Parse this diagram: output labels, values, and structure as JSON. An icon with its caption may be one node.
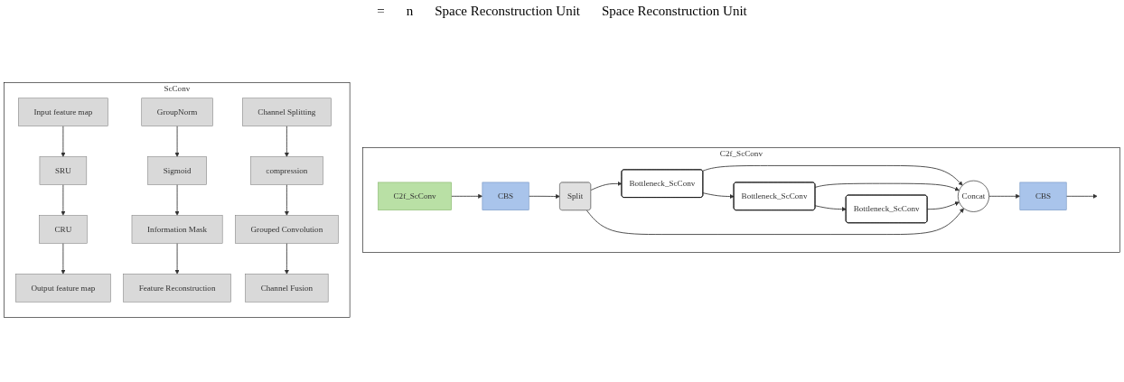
{
  "diagram": {
    "nodes": [
      {
        "text": [
          "C2f_ScConv"
        ]
      },
      {
        "text": [
          "C2f_ScConv"
        ],
        "in": 0
      },
      {
        "text": [
          "CBS"
        ],
        "in": 0
      },
      {
        "text": [
          "Split"
        ],
        "in": 0
      },
      {
        "text": [
          "Bottleneck_ScConv"
        ],
        "in": 0
      },
      {
        "text": [
          "Bottleneck_ScConv"
        ],
        "in": 0
      },
      {
        "text": [
          "Bottleneck_ScConv"
        ],
        "in": 0
      },
      {
        "text": [
          "Concat"
        ],
        "in": 0
      },
      {
        "text": [
          "CBS"
        ],
        "in": 0
      },
      {
        "text": [
          "ScConv"
        ]
      },
      {
        "text": [
          "Input feature map"
        ],
        "in": 9
      },
      {
        "text": [
          "SRU"
        ],
        "in": 9
      },
      {
        "text": [
          "CRU"
        ],
        "in": 9
      },
      {
        "text": [
          "Output feature map"
        ],
        "in": 9
      },
      {
        "text": [
          "GroupNorm"
        ],
        "in": 9
      },
      {
        "text": [
          "Sigmoid"
        ],
        "in": 9
      },
      {
        "text": [
          "Information Mask"
        ],
        "in": 9
      },
      {
        "text": [
          "Feature Reconstruction"
        ],
        "in": 9
      },
      {
        "text": [
          "Channel Splitting"
        ],
        "in": 9
      },
      {
        "text": [
          "compression"
        ],
        "in": 9
      },
      {
        "text": [
          "Grouped Convolution"
        ],
        "in": 9
      },
      {
        "text": [
          "Channel Fusion"
        ],
        "in": 9
      }
    ],
    "edges": [
      {
        "from": 1,
        "to": 2,
        "arrow": "to"
      },
      {
        "from": 2,
        "to": 3,
        "arrow": "to"
      },
      {
        "from": 3,
        "to": 4,
        "arrow": "to"
      },
      {
        "from": 4,
        "to": 5,
        "arrow": "to"
      },
      {
        "from": 5,
        "to": 6,
        "arrow": "to"
      },
      {
        "from": 4,
        "to": 7,
        "arrow": "to"
      },
      {
        "from": 5,
        "to": 7,
        "arrow": "to"
      },
      {
        "from": 6,
        "to": 7,
        "arrow": "to"
      },
      {
        "from": 3,
        "to": 7,
        "arrow": "to"
      },
      {
        "from": 7,
        "to": 8,
        "arrow": "to"
      },
      {
        "from": 8,
        "to": null,
        "arrow": "to"
      },
      {
        "from": 10,
        "to": 11,
        "arrow": "to"
      },
      {
        "from": 11,
        "to": 12,
        "arrow": "to"
      },
      {
        "from": 12,
        "to": 13,
        "arrow": "to"
      },
      {
        "from": 14,
        "to": 15,
        "arrow": "to"
      },
      {
        "from": 15,
        "to": 16,
        "arrow": "to"
      },
      {
        "from": 16,
        "to": 17,
        "arrow": "to"
      },
      {
        "from": 18,
        "to": 19,
        "arrow": "to"
      },
      {
        "from": 19,
        "to": 20,
        "arrow": "to"
      },
      {
        "from": 20,
        "to": 21,
        "arrow": "to"
      }
    ],
    "labels": [
      "=",
      "n",
      "Space Reconstruction Unit",
      "Space Reconstruction Unit"
    ]
  }
}
